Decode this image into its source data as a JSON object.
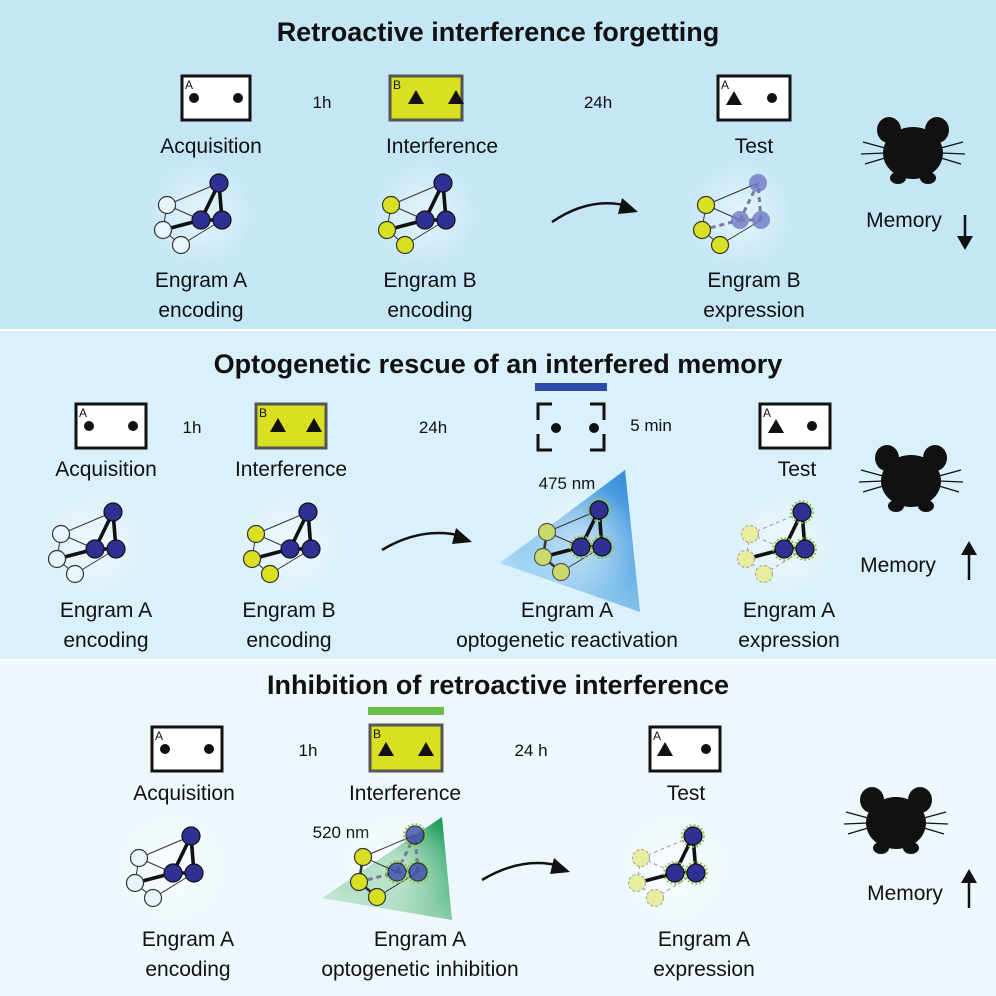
{
  "colors": {
    "panel1_bg": "#c4e6f5",
    "panel2_bg": "#daf0fa",
    "panel3_bg": "#eef8fc",
    "context_b_fill": "#d9e021",
    "engram_a_node": "#2e3192",
    "engram_b_node": "#d9e021",
    "inactive_node": "#e8f6fc",
    "blue_light": "#29abe2",
    "green_light": "#009245",
    "blue_bar": "#2b4ba8",
    "green_bar": "#6cc04a"
  },
  "panels": [
    {
      "title": "Retroactive interference forgetting",
      "steps": [
        {
          "context": "A",
          "shapes": "circles",
          "label": "Acquisition"
        },
        {
          "context": "B",
          "shapes": "triangles",
          "label": "Interference"
        },
        {
          "context": "A",
          "shapes": "mixed",
          "label": "Test"
        }
      ],
      "intervals": [
        "1h",
        "24h"
      ],
      "engrams": [
        {
          "lines": [
            "Engram A",
            "encoding"
          ],
          "state": "a-encoding"
        },
        {
          "lines": [
            "Engram B",
            "encoding"
          ],
          "state": "b-encoding"
        },
        {
          "lines": [
            "Engram B",
            "expression"
          ],
          "state": "b-expression"
        }
      ],
      "memory": {
        "label": "Memory",
        "direction": "down"
      }
    },
    {
      "title": "Optogenetic rescue of an interfered memory",
      "steps": [
        {
          "context": "A",
          "shapes": "circles",
          "label": "Acquisition"
        },
        {
          "context": "B",
          "shapes": "triangles",
          "label": "Interference"
        },
        {
          "context": "",
          "shapes": "circles",
          "label": ""
        },
        {
          "context": "A",
          "shapes": "mixed",
          "label": "Test"
        }
      ],
      "intervals": [
        "1h",
        "24h"
      ],
      "stim_duration": "5 min",
      "wavelength": "475 nm",
      "engrams": [
        {
          "lines": [
            "Engram A",
            "encoding"
          ],
          "state": "a-encoding"
        },
        {
          "lines": [
            "Engram B",
            "encoding"
          ],
          "state": "b-encoding"
        },
        {
          "lines": [
            "Engram A",
            "optogenetic reactivation"
          ],
          "state": "a-reactivated"
        },
        {
          "lines": [
            "Engram A",
            "expression"
          ],
          "state": "a-expression"
        }
      ],
      "memory": {
        "label": "Memory",
        "direction": "up"
      }
    },
    {
      "title": "Inhibition of retroactive interference",
      "steps": [
        {
          "context": "A",
          "shapes": "circles",
          "label": "Acquisition"
        },
        {
          "context": "B",
          "shapes": "triangles",
          "label": "Interference"
        },
        {
          "context": "A",
          "shapes": "mixed",
          "label": "Test"
        }
      ],
      "intervals": [
        "1h",
        "24 h"
      ],
      "wavelength": "520 nm",
      "engrams": [
        {
          "lines": [
            "Engram A",
            "encoding"
          ],
          "state": "a-encoding"
        },
        {
          "lines": [
            "Engram A",
            "optogenetic inhibition"
          ],
          "state": "b-inhibited"
        },
        {
          "lines": [
            "Engram A",
            "expression"
          ],
          "state": "a-expression"
        }
      ],
      "memory": {
        "label": "Memory",
        "direction": "up"
      }
    }
  ]
}
